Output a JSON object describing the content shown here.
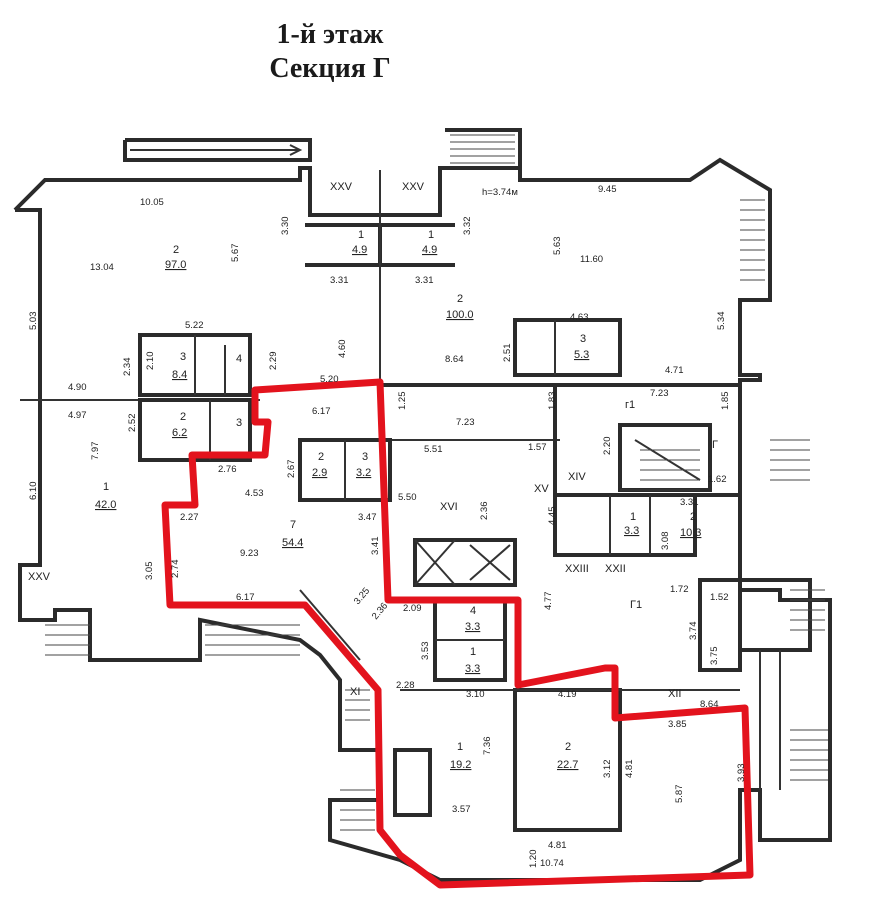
{
  "title": {
    "line1": "1-й этаж",
    "line2": "Секция Г"
  },
  "dimensions": [
    "10.05",
    "3.30",
    "3.32",
    "h=3.74м",
    "9.45",
    "13.04",
    "5.67",
    "3.31",
    "3.31",
    "5.63",
    "11.60",
    "5.22",
    "4.63",
    "4.60",
    "8.64",
    "5.34",
    "5.03",
    "2.34",
    "2.10",
    "2.29",
    "2.51",
    "4.71",
    "4.90",
    "5.20",
    "1.83",
    "7.23",
    "1.85",
    "4.97",
    "2.52",
    "6.17",
    "1.25",
    "7.23",
    "2.76",
    "5.51",
    "1.57",
    "2.20",
    "7.97",
    "2.67",
    "4.53",
    "3.47",
    "5.50",
    "2.36",
    "1.62",
    "3.31",
    "6.10",
    "2.27",
    "4.45",
    "9.23",
    "3.41",
    "3.08",
    "3.05",
    "2.74",
    "6.17",
    "3.25",
    "2.36",
    "2.09",
    "1.72",
    "4.77",
    "1.52",
    "3.74",
    "3.53",
    "2.28",
    "3.75",
    "3.10",
    "4.19",
    "8.64",
    "3.85",
    "7.36",
    "3.12",
    "4.81",
    "5.87",
    "3.93",
    "3.57",
    "4.81",
    "1.20",
    "10.74"
  ],
  "rooms": [
    {
      "num": "2",
      "area": "97.0"
    },
    {
      "num": "1",
      "area": "4.9"
    },
    {
      "num": "1",
      "area": "4.9"
    },
    {
      "num": "2",
      "area": "100.0"
    },
    {
      "num": "3",
      "area": "8.4"
    },
    {
      "num": "4",
      "area": ""
    },
    {
      "num": "3",
      "area": "5.3"
    },
    {
      "num": "2",
      "area": "6.2"
    },
    {
      "num": "3",
      "area": ""
    },
    {
      "num": "1",
      "area": "42.0"
    },
    {
      "num": "7",
      "area": "54.4"
    },
    {
      "num": "2",
      "area": "2.9"
    },
    {
      "num": "3",
      "area": "3.2"
    },
    {
      "num": "1",
      "area": "3.3"
    },
    {
      "num": "2",
      "area": "10.3"
    },
    {
      "num": "4",
      "area": "3.3"
    },
    {
      "num": "1",
      "area": "3.3"
    },
    {
      "num": "2",
      "area": "22.7"
    },
    {
      "num": "1",
      "area": "19.2"
    }
  ],
  "labels": {
    "xxv_a": "XXV",
    "xxv_b": "XXV",
    "xxv_c": "XXV",
    "xvi": "XVI",
    "xv": "XV",
    "xiv": "XIV",
    "xxiii": "XXIII",
    "xxii": "XXII",
    "xii": "XII",
    "xi": "XI",
    "g": "Г",
    "g1": "Г1",
    "g1b": "г1"
  },
  "colors": {
    "highlight": "#e3131d",
    "wall": "#2b2b2b"
  }
}
